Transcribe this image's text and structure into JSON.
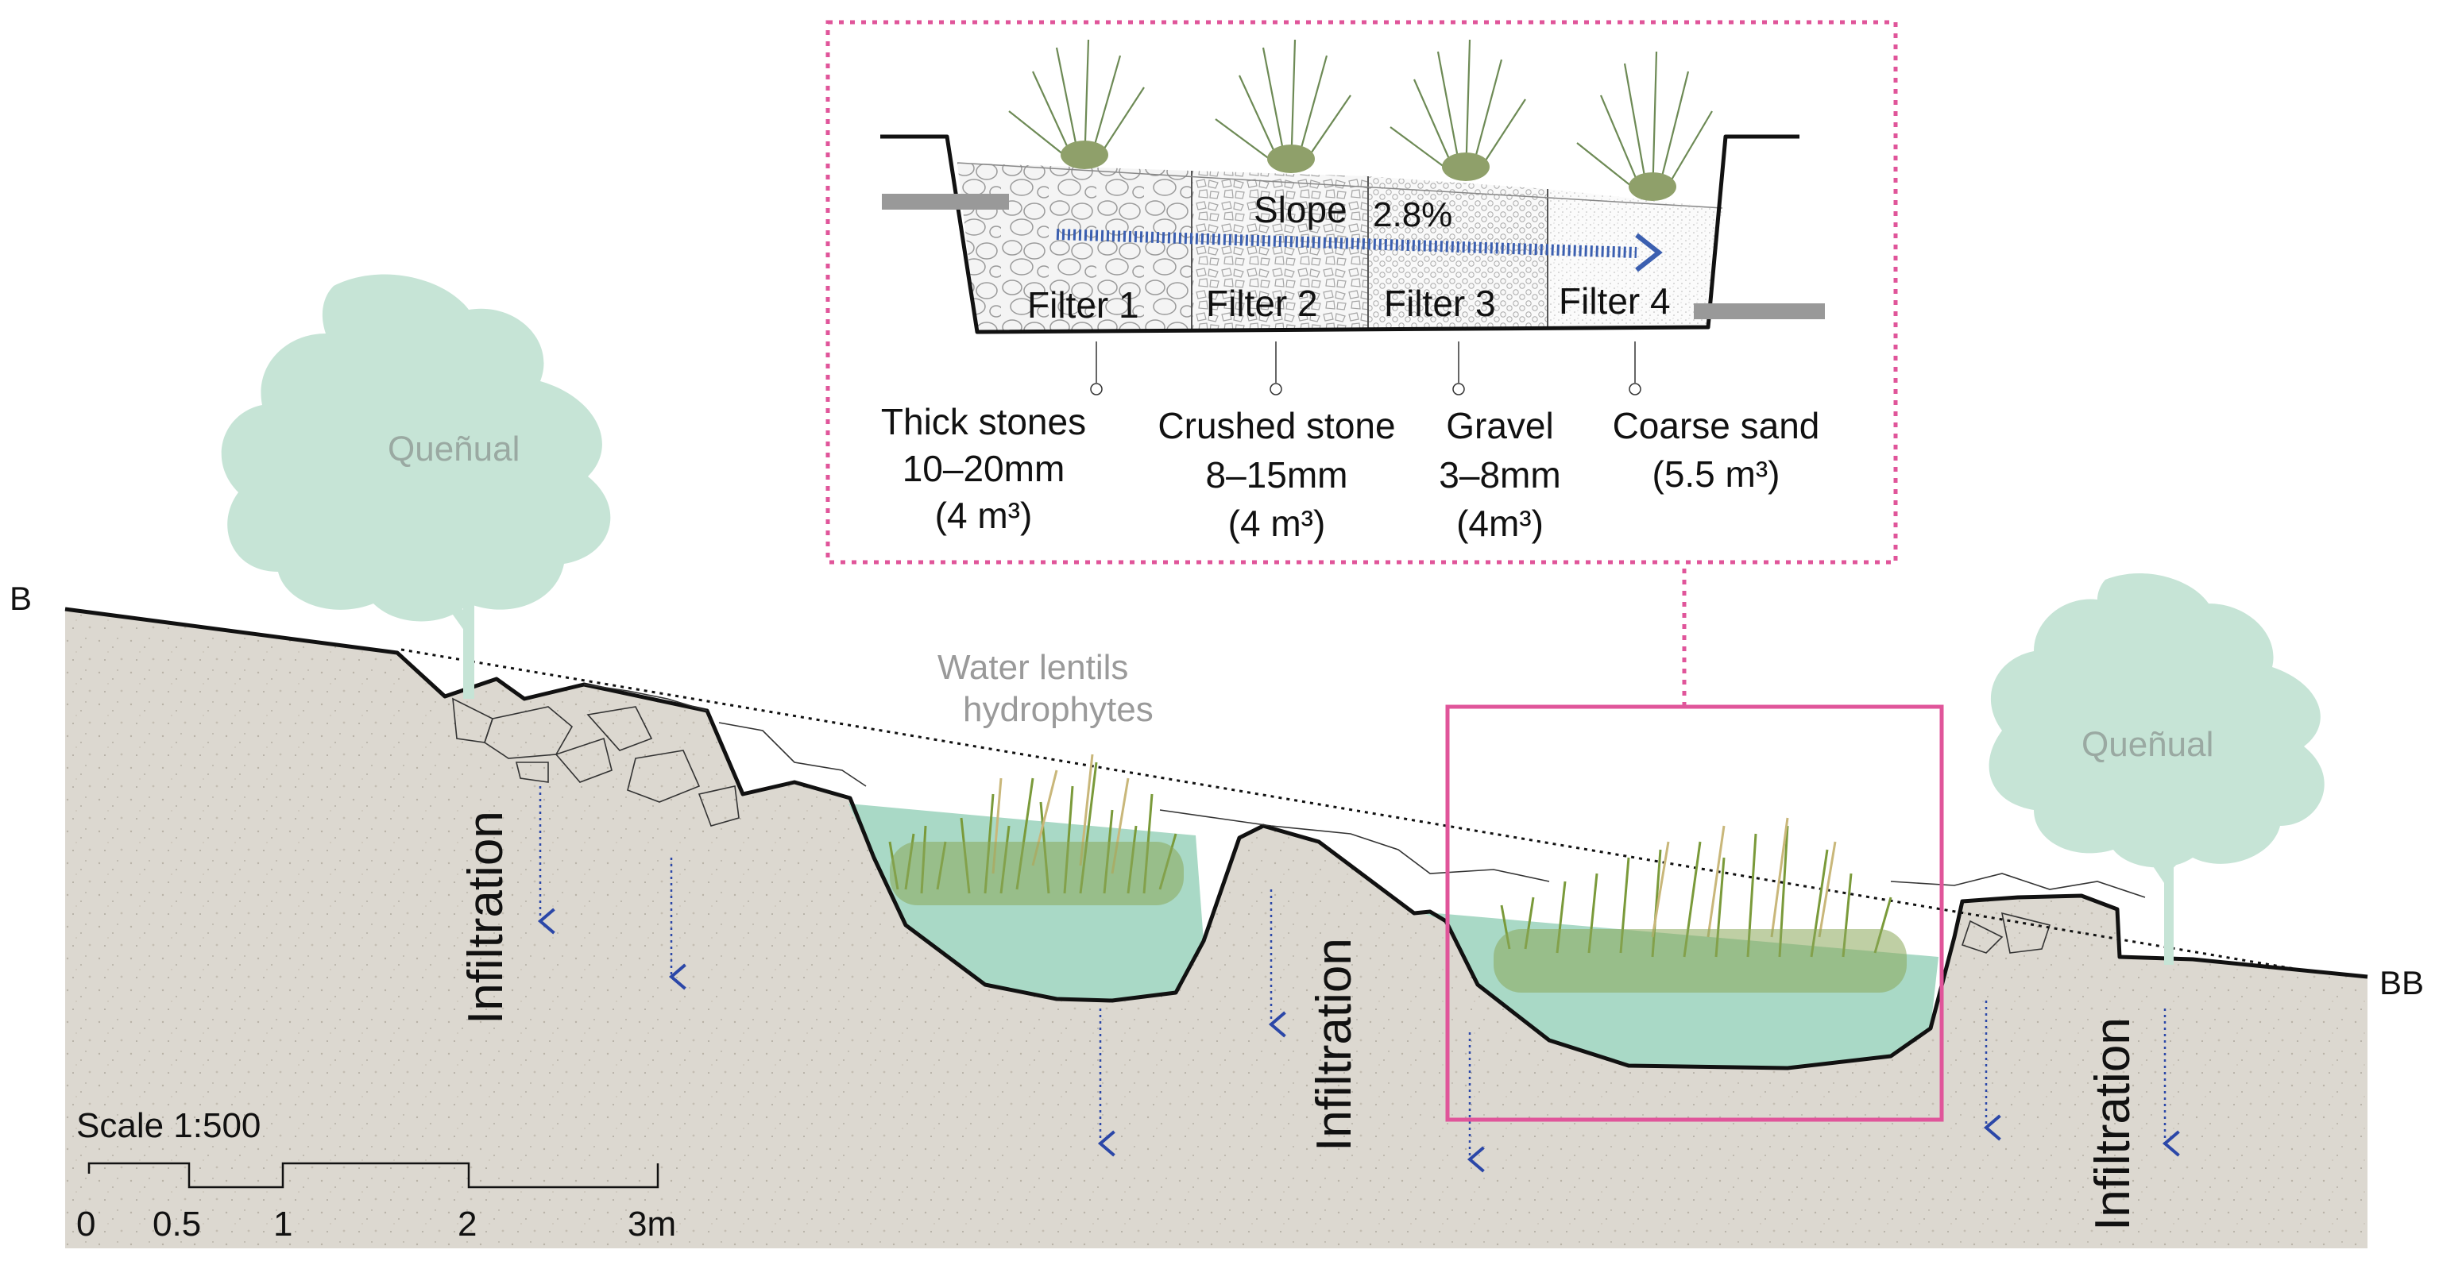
{
  "section": {
    "left_marker": "B",
    "right_marker": "BB",
    "tree_left_label": "Queñual",
    "tree_right_label": "Queñual",
    "hydrophytes_line1": "Water lentils",
    "hydrophytes_line2": "hydrophytes",
    "infiltration_labels": [
      "Infiltration",
      "Infiltration",
      "Infiltration"
    ]
  },
  "filter_detail": {
    "slope_label": "Slope",
    "slope_value": "2.8%",
    "filters": [
      {
        "name": "Filter 1",
        "material": "Thick stones",
        "size": "10–20mm",
        "volume": "(4 m³)"
      },
      {
        "name": "Filter 2",
        "material": "Crushed stone",
        "size": "8–15mm",
        "volume": "(4 m³)"
      },
      {
        "name": "Filter 3",
        "material": "Gravel",
        "size": "3–8mm",
        "volume": "(4m³)"
      },
      {
        "name": "Filter 4",
        "material": "Coarse sand",
        "size": "",
        "volume": "(5.5 m³)"
      }
    ]
  },
  "scale": {
    "title": "Scale 1:500",
    "ticks": [
      "0",
      "0.5",
      "1",
      "2",
      "3m"
    ]
  },
  "colors": {
    "soil": "#dcd8d0",
    "water": "#a9d9c6",
    "tree": "#c6e4d6",
    "highlight_frame": "#e0559a",
    "flow_arrow": "#3b5fb0",
    "infiltration_arrow": "#2b47a8"
  }
}
